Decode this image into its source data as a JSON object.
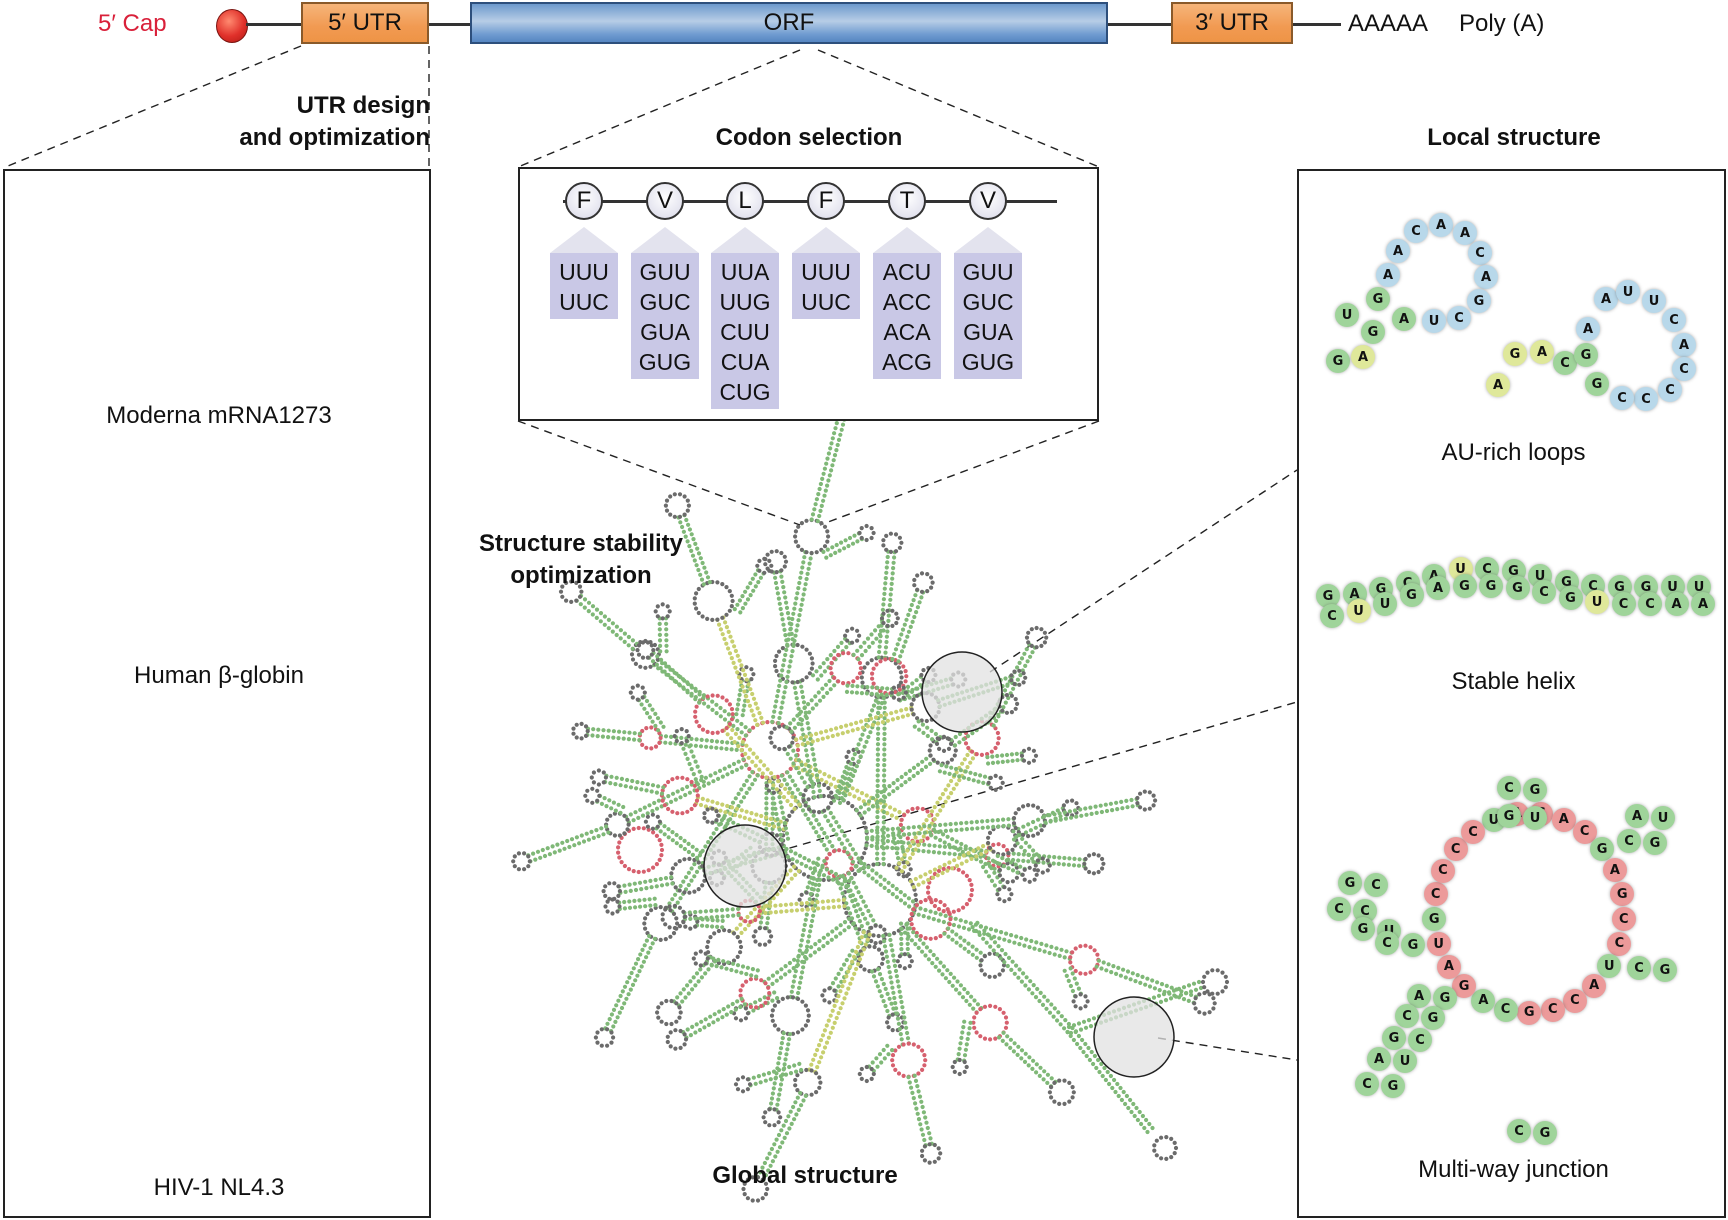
{
  "mrna": {
    "cap_label": "5′ Cap",
    "utr5_label": "5′ UTR",
    "orf_label": "ORF",
    "utr3_label": "3′ UTR",
    "polya_seq": "AAAAA",
    "polya_label": "Poly (A)",
    "colors": {
      "cap": "#e0302a",
      "cap_text": "#d9203a",
      "utr": "#f19a52",
      "orf": "#7aa3d4"
    }
  },
  "utr_section": {
    "title_line1": "UTR design",
    "title_line2": "and optimization",
    "examples": [
      {
        "label": "Moderna mRNA1273"
      },
      {
        "label": "Human β-globin"
      },
      {
        "label": "HIV-1 NL4.3"
      }
    ]
  },
  "codon_section": {
    "title": "Codon selection",
    "amino_acids": [
      {
        "aa": "F",
        "codons": [
          "UUU",
          "UUC"
        ]
      },
      {
        "aa": "V",
        "codons": [
          "GUU",
          "GUC",
          "GUA",
          "GUG"
        ]
      },
      {
        "aa": "L",
        "codons": [
          "UUA",
          "UUG",
          "CUU",
          "CUA",
          "CUG"
        ]
      },
      {
        "aa": "F",
        "codons": [
          "UUU",
          "UUC"
        ]
      },
      {
        "aa": "T",
        "codons": [
          "ACU",
          "ACC",
          "ACA",
          "ACG"
        ]
      },
      {
        "aa": "V",
        "codons": [
          "GUU",
          "GUC",
          "GUA",
          "GUG"
        ]
      }
    ]
  },
  "structure_section": {
    "title_line1": "Structure stability",
    "title_line2": "optimization",
    "global_label": "Global structure"
  },
  "local_section": {
    "title": "Local structure",
    "examples": [
      {
        "label": "AU-rich loops",
        "loop1": [
          "G",
          "A",
          "G",
          "U",
          "G",
          "A",
          "A",
          "C",
          "A",
          "A",
          "C",
          "A",
          "G",
          "C",
          "U",
          "A",
          "C"
        ],
        "loop2": [
          "A",
          "G",
          "A",
          "C",
          "G",
          "A",
          "A",
          "U",
          "U",
          "C",
          "A",
          "C",
          "C",
          "C",
          "C",
          "G"
        ]
      },
      {
        "label": "Stable helix",
        "top_strand": [
          "G",
          "A",
          "G",
          "C",
          "A",
          "U",
          "C",
          "G",
          "U",
          "G",
          "C",
          "G",
          "G",
          "U",
          "U"
        ],
        "bottom_strand": [
          "C",
          "U",
          "U",
          "G",
          "A",
          "G",
          "G",
          "G",
          "C",
          "G",
          "U",
          "C",
          "C",
          "A",
          "A"
        ]
      },
      {
        "label": "Multi-way junction",
        "junction_loop": [
          "U",
          "A",
          "C",
          "A",
          "C",
          "G",
          "A",
          "G",
          "C",
          "C",
          "U",
          "A",
          "C",
          "C",
          "G",
          "C",
          "A",
          "G",
          "A",
          "U",
          "G",
          "C",
          "C",
          "C",
          "C"
        ]
      }
    ]
  },
  "legend_colors": {
    "paired_stem": "#9fd49a",
    "interior": "#dfe89a",
    "hairpin_loop": "#b8d8ea",
    "multiloop": "#ec9a9a"
  }
}
